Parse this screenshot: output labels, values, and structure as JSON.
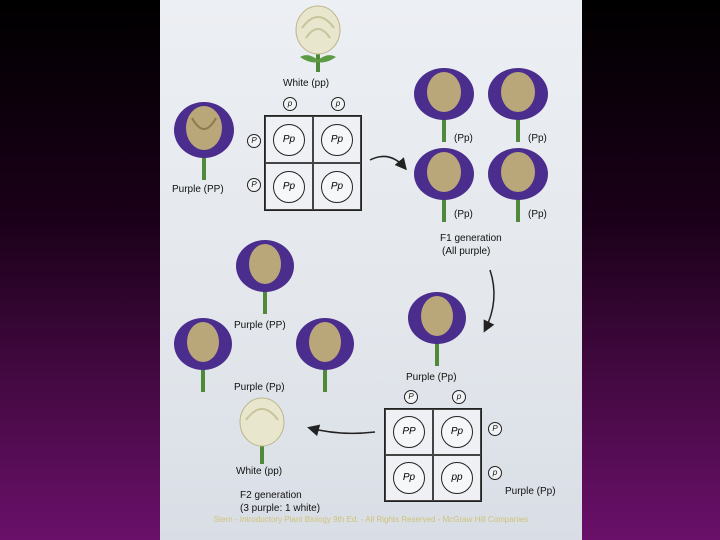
{
  "diagram": {
    "white_parent_label": "White (pp)",
    "purple_parent_label": "Purple (PP)",
    "f1_grid": {
      "top_gametes": [
        "p",
        "p"
      ],
      "side_gametes": [
        "P",
        "P"
      ],
      "cells": [
        "Pp",
        "Pp",
        "Pp",
        "Pp"
      ]
    },
    "f1_plants": [
      "(Pp)",
      "(Pp)",
      "(Pp)",
      "(Pp)"
    ],
    "f1_generation_title": "F1 generation",
    "f1_generation_note": "(All purple)",
    "f2_grid": {
      "top_gametes": [
        "P",
        "p"
      ],
      "side_gametes": [
        "P",
        "p"
      ],
      "cells": [
        "PP",
        "Pp",
        "Pp",
        "pp"
      ]
    },
    "f1_cross_label": "Purple (Pp)",
    "f1_cross_label_bottom": "Purple (Pp)",
    "f2_purple_pp_label": "Purple (PP)",
    "f2_purple_het_label": "Purple (Pp)",
    "f2_white_label": "White (pp)",
    "f2_generation_title": "F2 generation",
    "f2_generation_note": "(3 purple: 1 white)"
  },
  "footer": {
    "copyright": "Stern - Introductory Plant Biology 9th Ed. - All Rights Reserved - McGraw Hill Companies"
  },
  "colors": {
    "purple_petal": "#4a2d8c",
    "white_petal": "#e8e6cc",
    "stem": "#4f8a3a"
  }
}
